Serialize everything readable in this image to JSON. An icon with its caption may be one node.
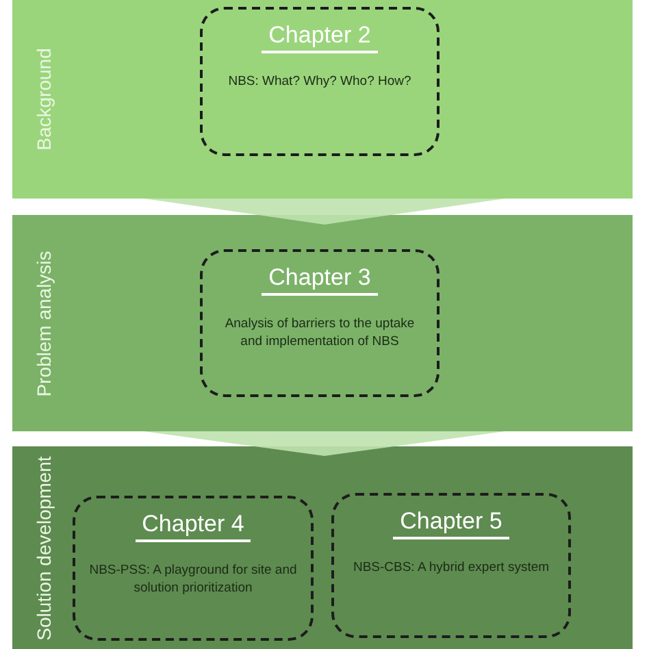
{
  "diagram": {
    "nodes": [
      {
        "text": [
          "Background"
        ]
      },
      {
        "text": [
          "Chapter 2",
          "NBS: What? Why? Who? How?"
        ],
        "in": 0
      },
      {
        "text": [
          "Problem analysis"
        ]
      },
      {
        "text": [
          "Chapter 3",
          "Analysis of barriers to the uptake and implementation of NBS"
        ],
        "in": 2
      },
      {
        "text": [
          "Solution development"
        ]
      },
      {
        "text": [
          "Chapter 4",
          "NBS-PSS: A playground for site and solution prioritization"
        ],
        "in": 4
      },
      {
        "text": [
          "Chapter 5",
          "NBS-CBS: A hybrid expert system"
        ],
        "in": 4
      }
    ],
    "edges": [
      {
        "from": 0,
        "to": 2,
        "arrow": "to"
      },
      {
        "from": 2,
        "to": 4,
        "arrow": "to"
      }
    ]
  }
}
